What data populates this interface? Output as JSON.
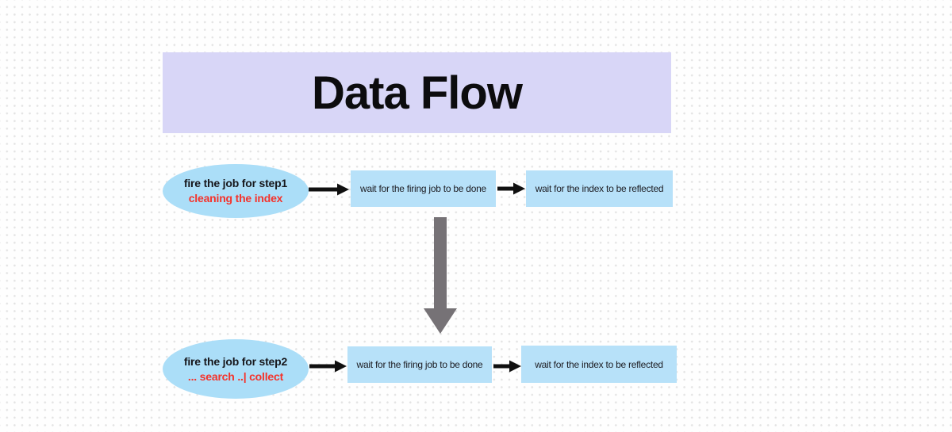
{
  "title": {
    "text": "Data Flow"
  },
  "rows": [
    {
      "ellipse_line1": "fire the job for step1",
      "ellipse_line2": "cleaning the index",
      "box1": "wait for the firing job to be done",
      "box2": "wait for the index to be reflected"
    },
    {
      "ellipse_line1": "fire the job for step2",
      "ellipse_line2": "... search ..| collect",
      "box1": "wait for the firing job to be done",
      "box2": "wait for the index to be reflected"
    }
  ],
  "icons": {
    "flow_arrow": "right-arrow",
    "transition_arrow": "down-arrow"
  },
  "colors": {
    "banner_bg": "#d8d6f7",
    "ellipse_fill": "#abdef8",
    "box_fill": "#b7e1f9",
    "accent_red": "#f5322a",
    "flow_arrow_black": "#101010",
    "big_arrow_gray": "#767276",
    "background_dot": "#e3e3e3"
  }
}
